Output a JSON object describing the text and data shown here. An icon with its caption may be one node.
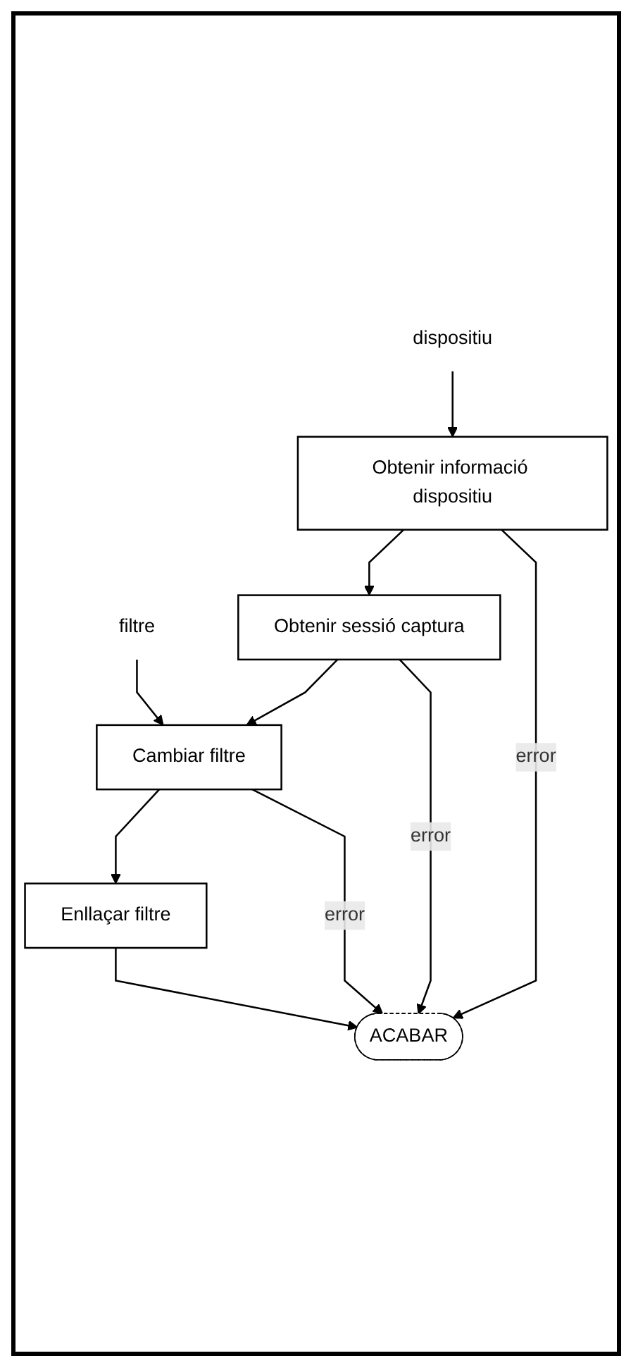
{
  "diagram": {
    "nodes": [
      {
        "text": [
          "dispositiu"
        ]
      },
      {
        "text": [
          "filtre"
        ]
      },
      {
        "text": [
          "Obtenir informació dispositiu"
        ]
      },
      {
        "text": [
          "Obtenir sessió captura"
        ]
      },
      {
        "text": [
          "Cambiar filtre"
        ]
      },
      {
        "text": [
          "Enllaçar filtre"
        ]
      },
      {
        "text": [
          "ACABAR"
        ]
      }
    ],
    "edges": [
      {
        "from": 0,
        "to": 2,
        "arrow": "to"
      },
      {
        "from": 2,
        "to": 3,
        "arrow": "to"
      },
      {
        "from": 3,
        "to": 4,
        "arrow": "to"
      },
      {
        "from": 1,
        "to": 4,
        "arrow": "to"
      },
      {
        "from": 4,
        "to": 5,
        "arrow": "to"
      },
      {
        "from": 5,
        "to": 6,
        "arrow": "to"
      },
      {
        "from": 2,
        "to": 6,
        "label": "error",
        "arrow": "to"
      },
      {
        "from": 3,
        "to": 6,
        "label": "error",
        "arrow": "to"
      },
      {
        "from": 4,
        "to": 6,
        "label": "error",
        "arrow": "to"
      }
    ]
  }
}
